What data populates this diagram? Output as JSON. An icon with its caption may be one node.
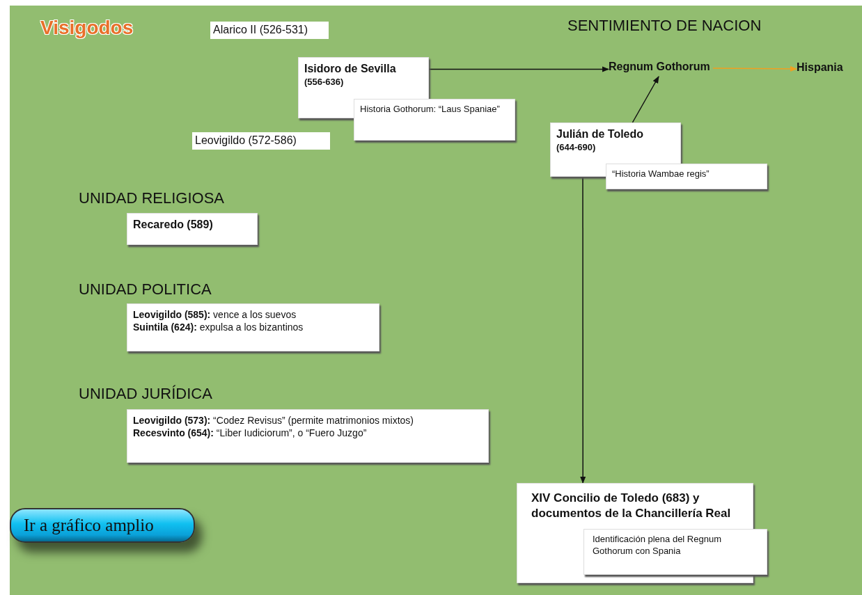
{
  "diagram": {
    "title": "Visigodos",
    "nodes": [
      {
        "text": [
          "Alarico II  (526-531)"
        ]
      },
      {
        "text": [
          "Isidoro de Sevilla",
          "(556-636)"
        ]
      },
      {
        "text": [
          "Historia Gothorum: “Laus Spaniae”"
        ]
      },
      {
        "text": [
          "Regnum Gothorum"
        ]
      },
      {
        "text": [
          "Hispania"
        ]
      },
      {
        "text": [
          "Leovigildo  (572-586)"
        ]
      },
      {
        "text": [
          "Julián de Toledo",
          "(644-690)"
        ]
      },
      {
        "text": [
          "“Historia Wambae regis”"
        ]
      },
      {
        "text": [
          "Recaredo (589)"
        ]
      },
      {
        "text": [
          "**Leovigildo (585):** vence a los suevos",
          "**Suintila (624):** expulsa a los bizantinos"
        ]
      },
      {
        "text": [
          "**Leovigildo (573):** “Codez Revisus” (permite matrimonios mixtos)",
          "**Recesvinto (654):** “Liber Iudiciorum”, o “Fuero Juzgo”"
        ]
      },
      {
        "text": [
          "XIV Concilio de Toledo (683) y documentos de la Chancillería Real"
        ]
      },
      {
        "text": [
          "Identificación plena del Regnum Gothorum con Spania"
        ]
      }
    ],
    "edges": [
      {
        "from": 1,
        "to": 3,
        "arrow": "to"
      },
      {
        "from": 6,
        "to": 3,
        "arrow": "to"
      },
      {
        "from": 3,
        "to": 4,
        "arrow": "to",
        "color": "#f0a020"
      },
      {
        "from": 6,
        "to": 11,
        "arrow": "to"
      }
    ],
    "labels": [
      "SENTIMIENTO DE NACION",
      "UNIDAD RELIGIOSA",
      "UNIDAD POLITICA",
      "UNIDAD JURÍDICA",
      "Ir a gráfico amplio"
    ]
  }
}
